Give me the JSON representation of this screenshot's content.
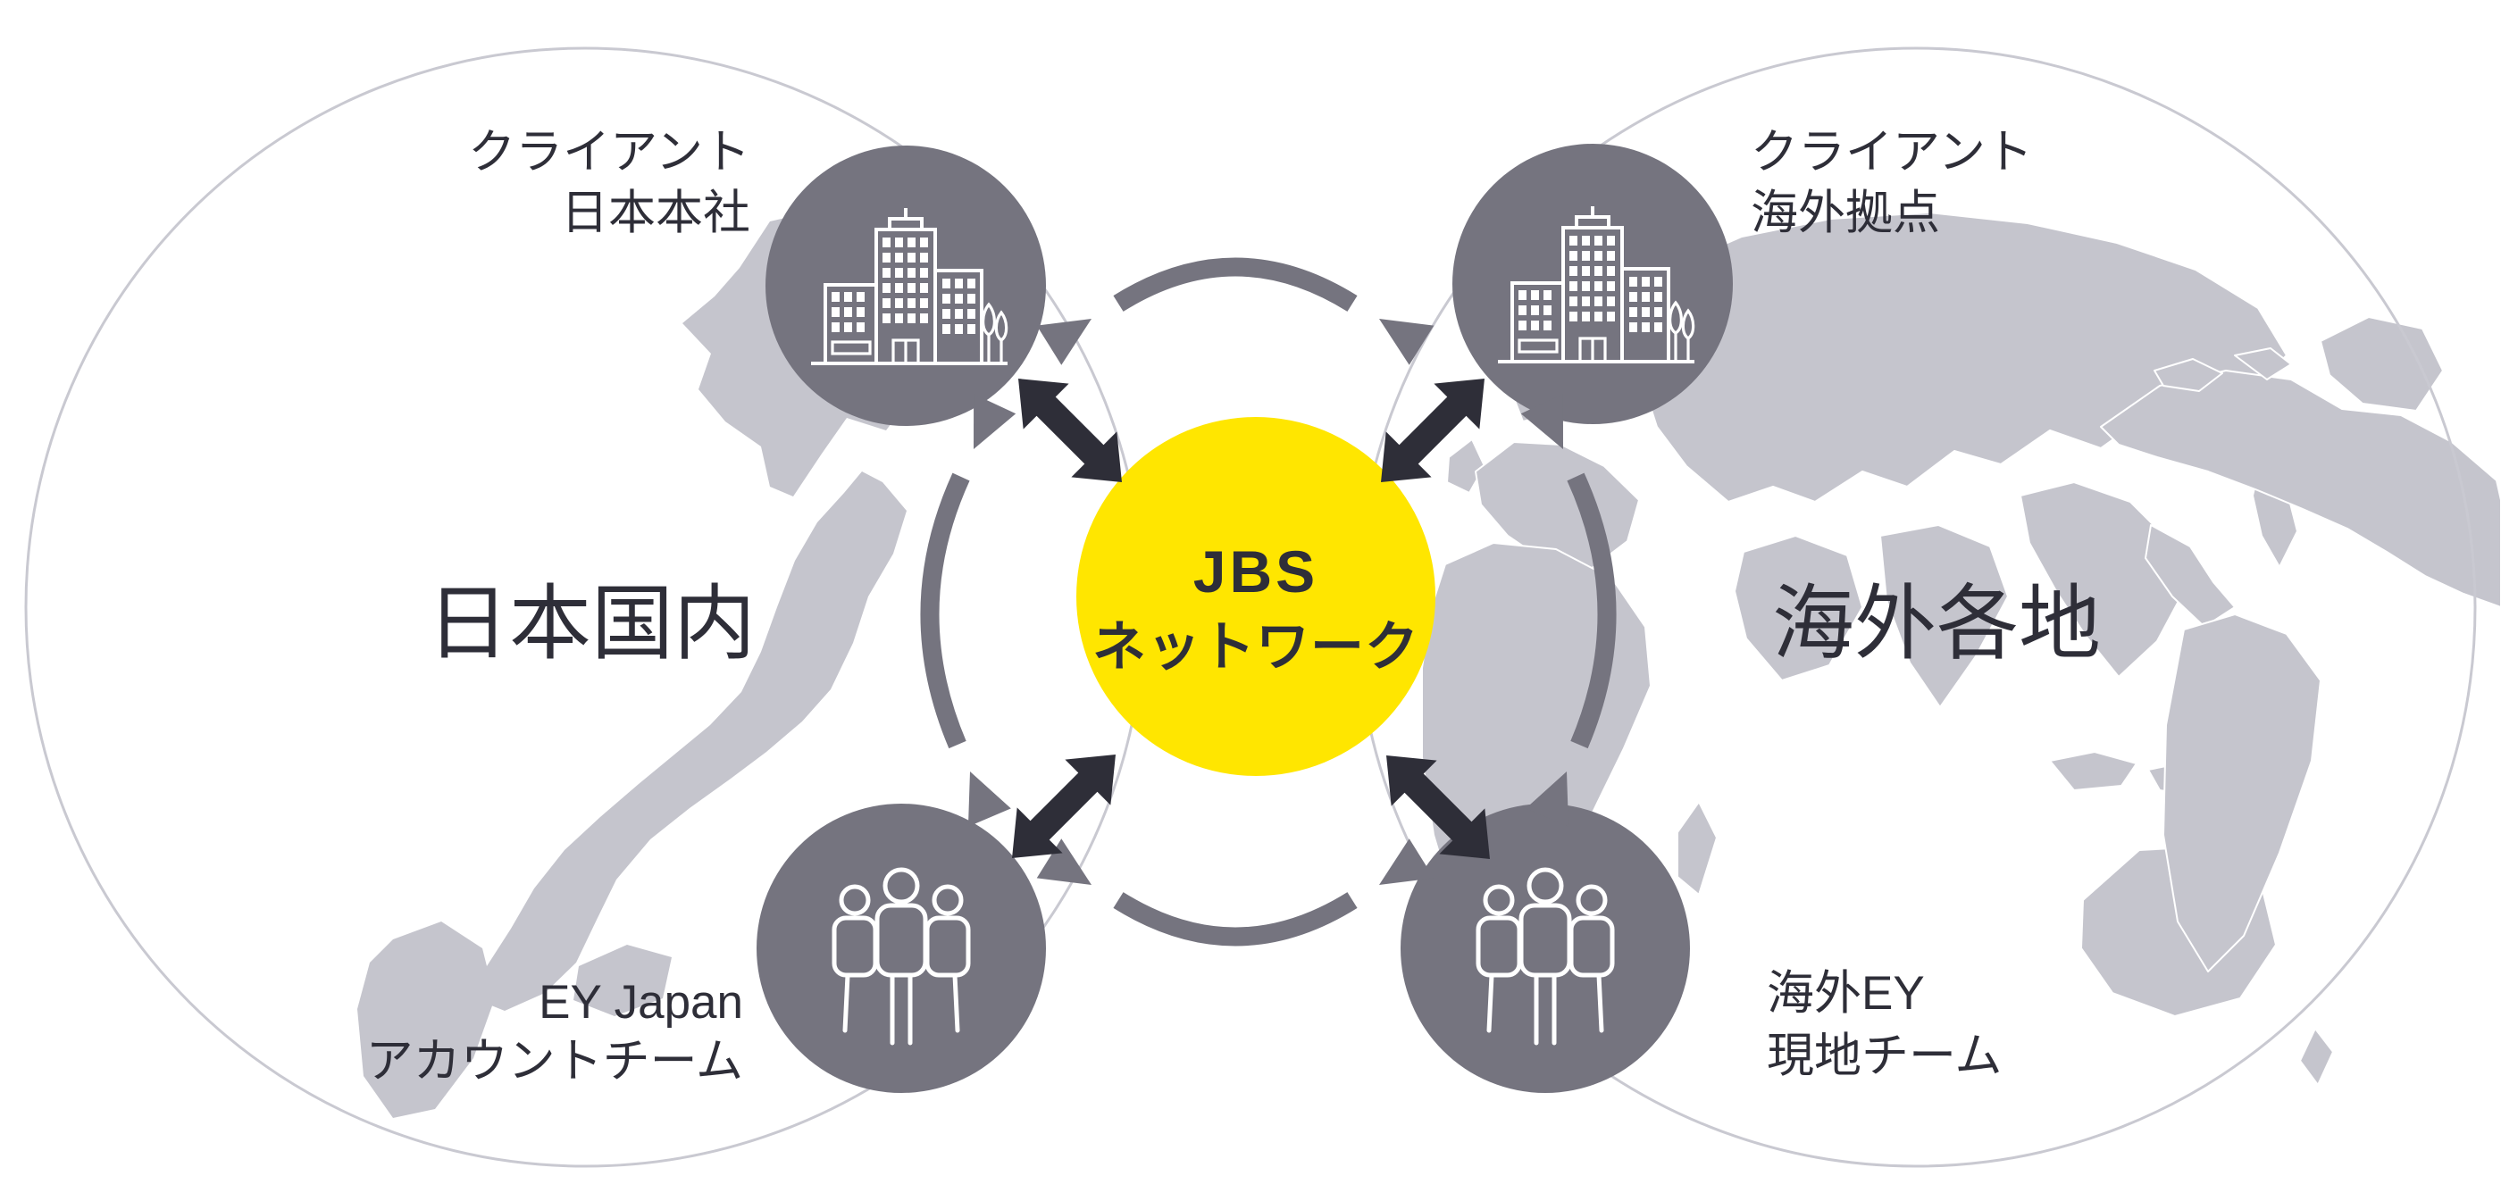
{
  "diagram": {
    "center": {
      "line1": "JBS",
      "line2": "ネットワーク"
    },
    "regions": {
      "left": "日本国内",
      "right": "海外各地"
    },
    "nodes": {
      "client_japan": {
        "line1": "クライアント",
        "line2": "日本本社"
      },
      "client_overseas": {
        "line1": "クライアント",
        "line2": "海外拠点"
      },
      "ey_japan_team": {
        "line1": "EY Japan",
        "line2": "アカウントチーム"
      },
      "ey_overseas_team": {
        "line1": "海外EY",
        "line2": "現地チーム"
      }
    },
    "colors": {
      "yellow": "#FFE600",
      "dark": "#2E2E38",
      "node_gray": "#75747F",
      "arrow_gray": "#75747F",
      "map_gray": "#C5C5CD",
      "outline_gray": "#C9C9D1",
      "bg": "#FFFFFF"
    }
  }
}
